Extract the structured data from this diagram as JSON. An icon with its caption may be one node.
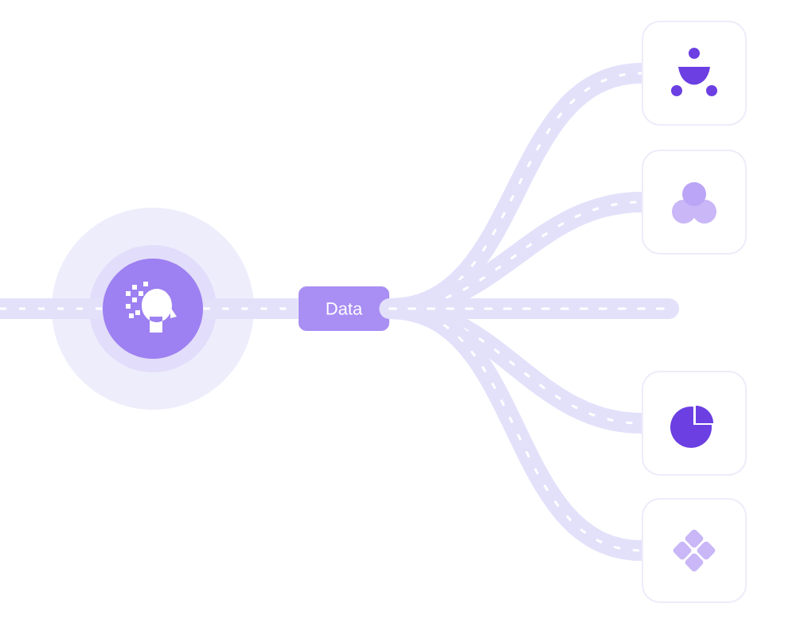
{
  "diagram": {
    "nodes": [
      {
        "text": [],
        "shape": "circle"
      },
      {
        "text": [
          "Data"
        ]
      },
      {
        "text": [],
        "shape": "box"
      },
      {
        "text": [],
        "shape": "box"
      },
      {
        "text": [],
        "shape": "box"
      },
      {
        "text": [],
        "shape": "box"
      }
    ],
    "edges": [
      {
        "from": null,
        "to": 0,
        "arrow": "none"
      },
      {
        "from": 0,
        "to": 1,
        "arrow": "none"
      },
      {
        "from": 1,
        "to": 2,
        "arrow": "none"
      },
      {
        "from": 1,
        "to": 3,
        "arrow": "none"
      },
      {
        "from": 1,
        "to": 4,
        "arrow": "none"
      },
      {
        "from": 1,
        "to": 5,
        "arrow": "none"
      },
      {
        "from": 1,
        "to": null,
        "arrow": "none"
      }
    ]
  }
}
